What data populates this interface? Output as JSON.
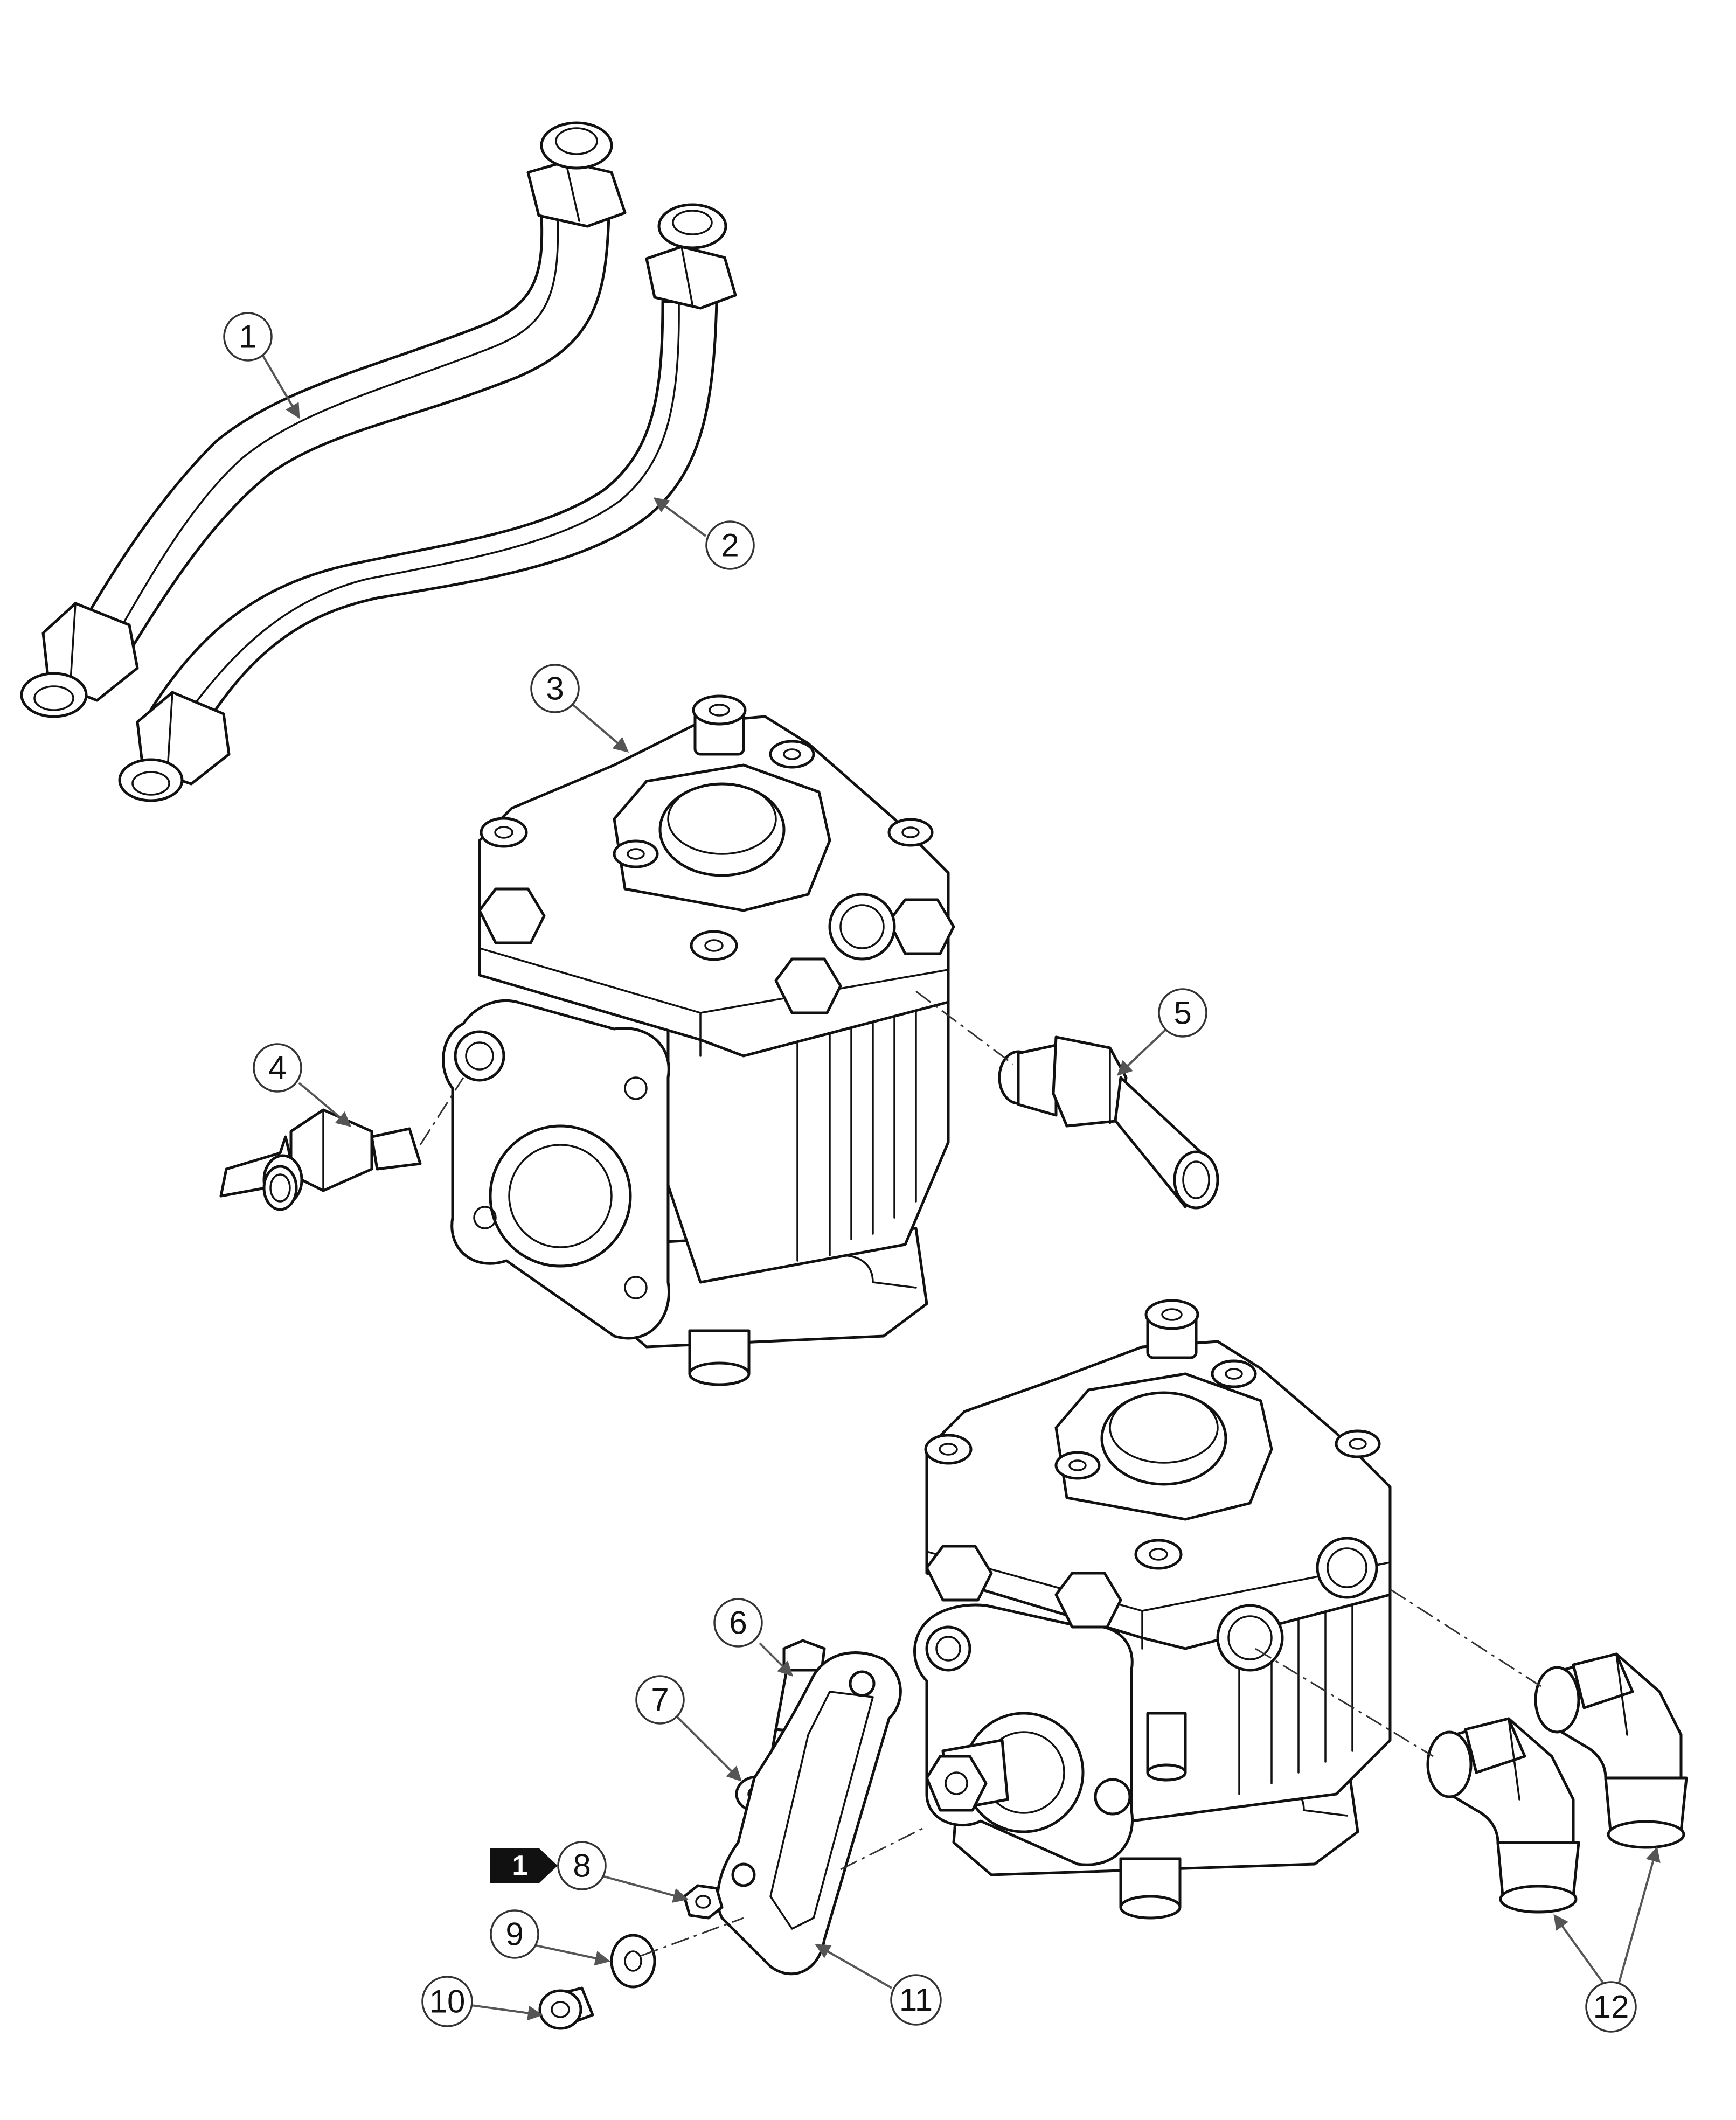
{
  "diagram": {
    "callouts": [
      "1",
      "2",
      "3",
      "4",
      "5",
      "6",
      "7",
      "8",
      "9",
      "10",
      "11",
      "12"
    ],
    "note_flag": "1",
    "colors": {
      "line": "#111111",
      "leader": "#555555",
      "flag": "#111111",
      "background": "#ffffff"
    }
  }
}
